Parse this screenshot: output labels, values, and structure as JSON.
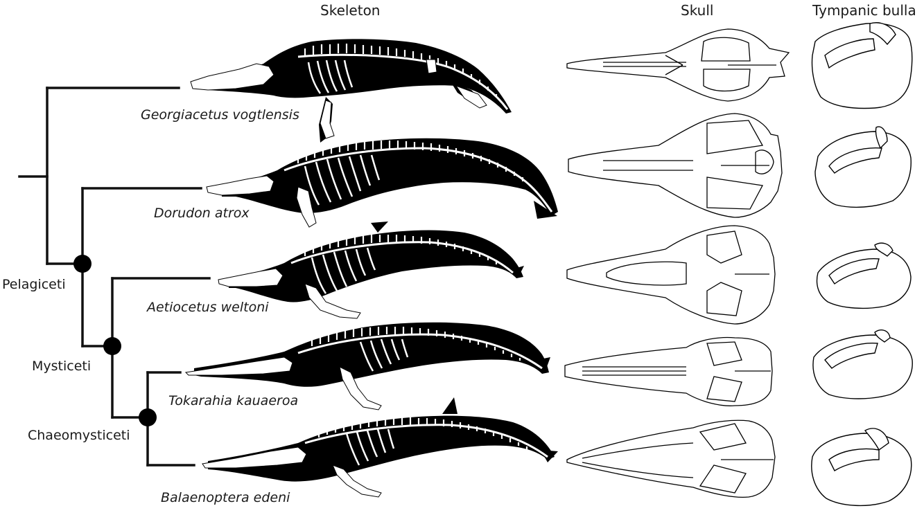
{
  "columns": {
    "skeleton": "Skeleton",
    "skull": "Skull",
    "bulla": "Tympanic bulla"
  },
  "clades": {
    "pelagiceti": "Pelagiceti",
    "mysticeti": "Mysticeti",
    "chaeomysticeti": "Chaeomysticeti"
  },
  "taxa": [
    {
      "name": "Georgiacetus vogtlensis"
    },
    {
      "name": "Dorudon atrox"
    },
    {
      "name": "Aetiocetus weltoni"
    },
    {
      "name": "Tokarahia kauaeroa"
    },
    {
      "name": "Balaenoptera edeni"
    }
  ]
}
